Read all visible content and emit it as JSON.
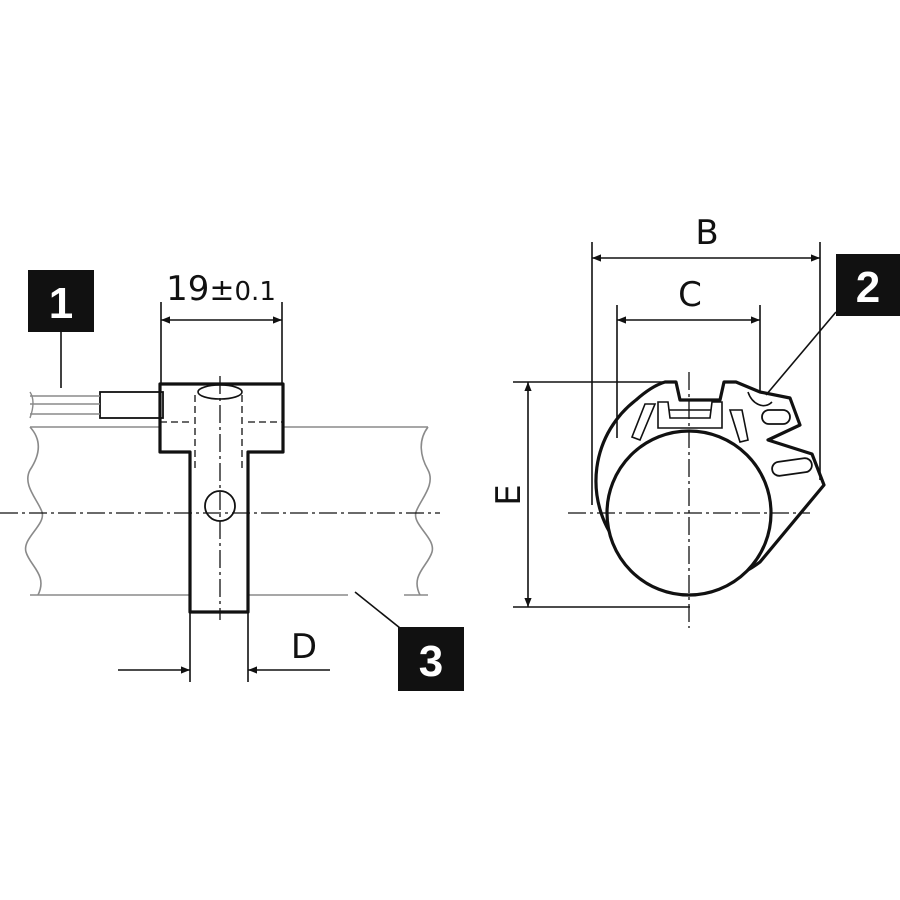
{
  "dimensions": {
    "width_tolerance_main": "19",
    "width_tolerance_pm": "±",
    "width_tolerance_value": "0.1",
    "outer_width": "B",
    "inner_width": "C",
    "height": "E",
    "clip_thickness": "D"
  },
  "callouts": [
    {
      "label": "1"
    },
    {
      "label": "2"
    },
    {
      "label": "3"
    }
  ]
}
